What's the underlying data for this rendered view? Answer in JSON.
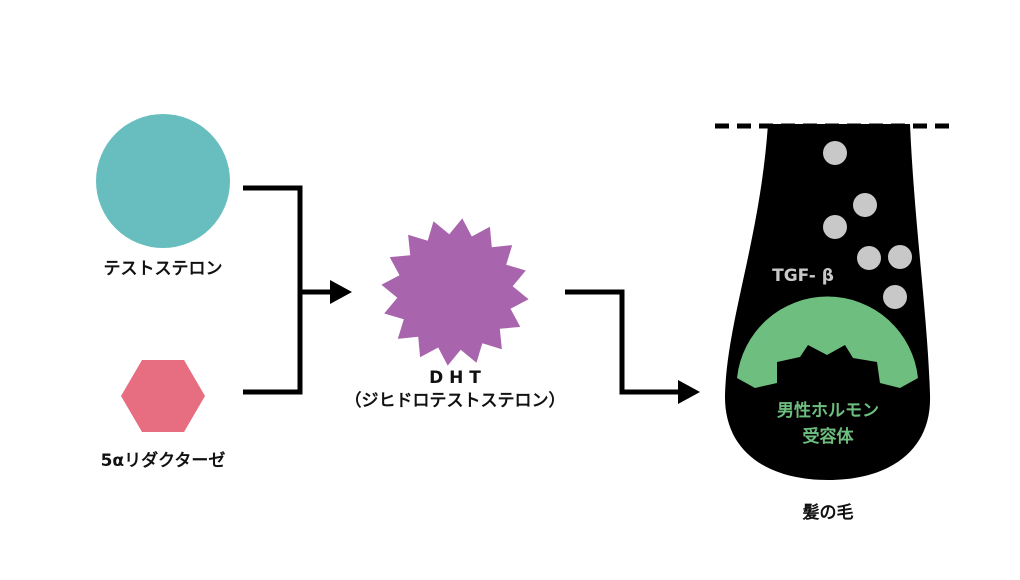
{
  "labels": {
    "testosterone": "テストステロン",
    "reductase": "5αリダクターゼ",
    "dht": "D H T",
    "dht_full": "（ジヒドロテストステロン）",
    "tgf": "TGF- β",
    "receptor_line1": "男性ホルモン",
    "receptor_line2": "受容体",
    "hair": "髪の毛"
  },
  "colors": {
    "testosterone": "#68BEBE",
    "reductase": "#E76E80",
    "dht": "#A865AD",
    "receptor": "#6EBF7F",
    "tgf": "#C8C8C8",
    "follicle": "#000000"
  }
}
